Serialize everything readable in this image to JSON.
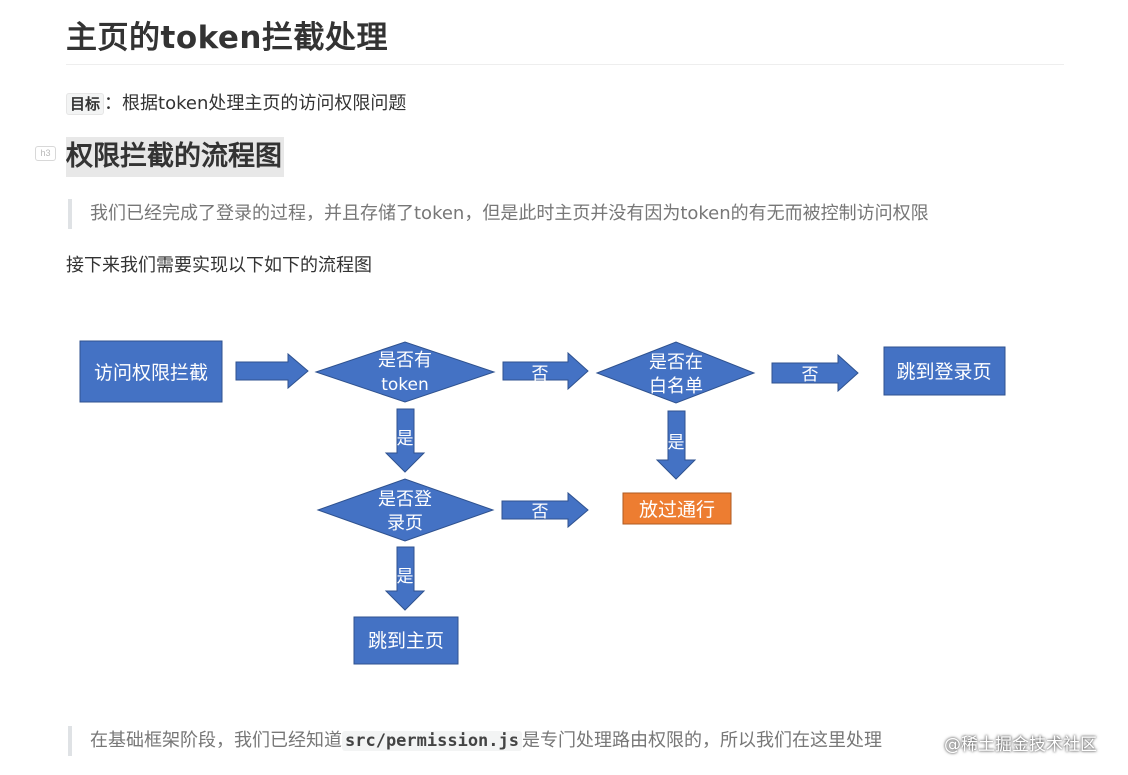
{
  "heading": "主页的token拦截处理",
  "goal": {
    "label": "目标",
    "sep": "：",
    "text": "根据token处理主页的访问权限问题"
  },
  "section": {
    "tag": "h3",
    "title": "权限拦截的流程图"
  },
  "quote1": "我们已经完成了登录的过程，并且存储了token，但是此时主页并没有因为token的有无而被控制访问权限",
  "para": "接下来我们需要实现以下如下的流程图",
  "flowchart": {
    "start": "访问权限拦截",
    "has_token_1": "是否有",
    "has_token_2": "token",
    "no_label": "否",
    "yes_label": "是",
    "whitelist_1": "是否在",
    "whitelist_2": "白名单",
    "goto_login": "跳到登录页",
    "is_login_1": "是否登",
    "is_login_2": "录页",
    "pass": "放过通行",
    "goto_home": "跳到主页",
    "colors": {
      "node": "#4472c4",
      "node_border": "#2f528f",
      "pass": "#ed7d31",
      "pass_border": "#ae5a21"
    }
  },
  "quote2": {
    "before": "在基础框架阶段，我们已经知道",
    "code": "src/permission.js",
    "after": "是专门处理路由权限的，所以我们在这里处理"
  },
  "watermark": "@稀土掘金技术社区"
}
